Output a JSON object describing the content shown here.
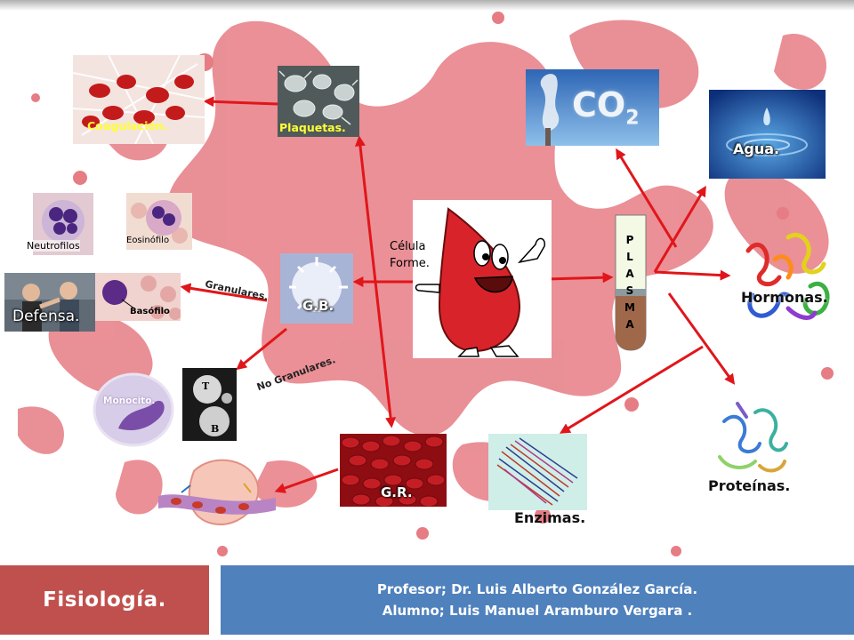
{
  "center": {
    "label_line1": "Célula",
    "label_line2": "Forme."
  },
  "plaquetas": {
    "label": "Plaquetas.",
    "target": "Coagulación."
  },
  "globulos_blancos": {
    "label": "G.B.",
    "granulares": {
      "label": "Granulares.",
      "cells": [
        "Neutrofilos",
        "Eosinófilo",
        "Basófilo"
      ],
      "function": "Defensa."
    },
    "no_granulares": {
      "label": "No Granulares.",
      "cells": [
        "Monocito."
      ],
      "lymph_letters": [
        "T",
        "B"
      ]
    }
  },
  "globulos_rojos": {
    "label": "G.R."
  },
  "plasma": {
    "letters": [
      "P",
      "L",
      "A",
      "S",
      "M",
      "A"
    ],
    "components": [
      "CO",
      "Agua.",
      "Hormonas.",
      "Proteínas.",
      "Enzimas."
    ],
    "co2_subscript": "2"
  },
  "footer": {
    "course": "Fisiología.",
    "professor": "Profesor; Dr. Luis Alberto González García.",
    "student": "Alumno; Luis Manuel Aramburo Vergara ."
  },
  "colors": {
    "arrow": "#e0161b",
    "blood": "#d9232a",
    "footer_left": "#c0504d",
    "footer_right": "#4f81bd",
    "label_yellow": "#ffff33"
  }
}
